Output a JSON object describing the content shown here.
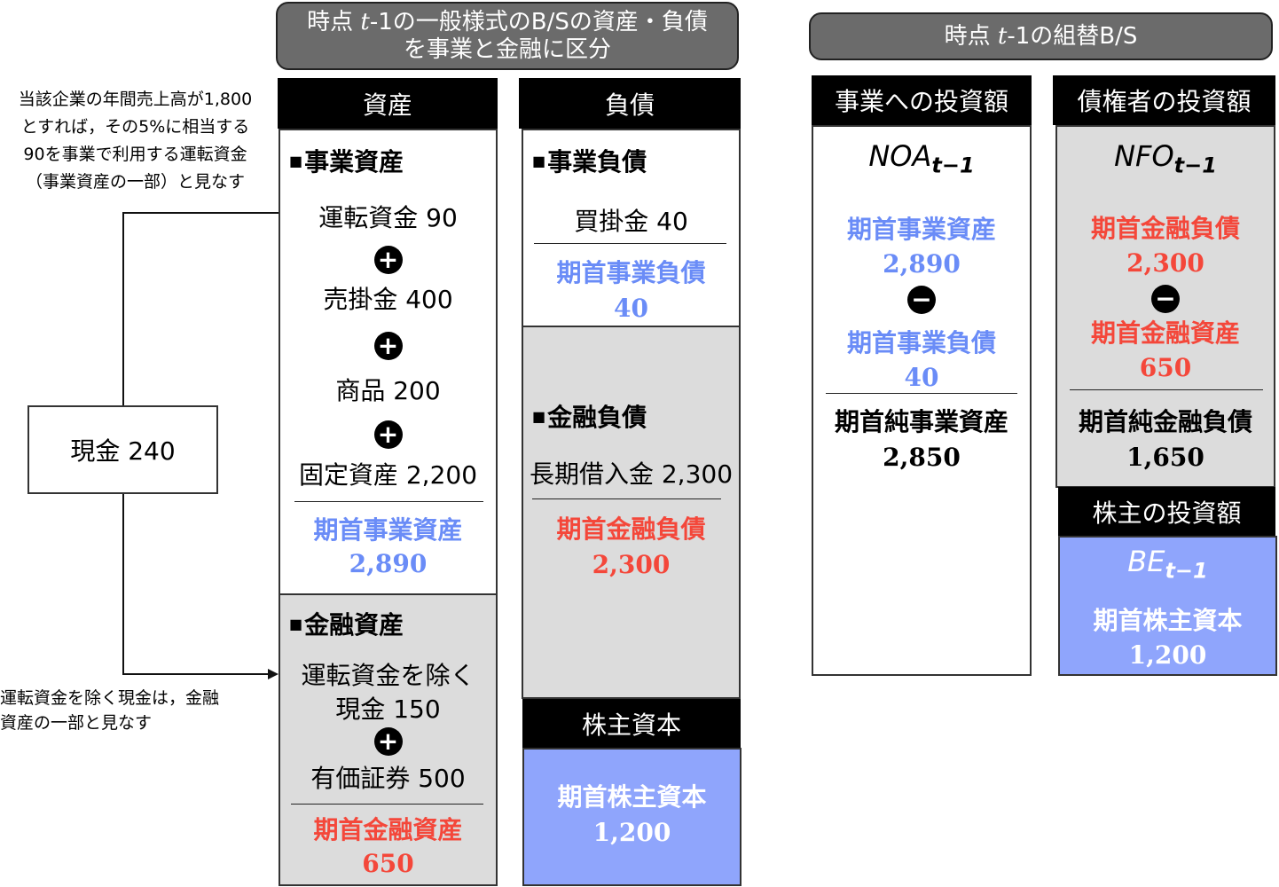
{
  "left_banner": {
    "line1_pre": "時点 ",
    "line1_var": "t",
    "line1_post": "-1の一般様式のB/Sの資産・負債",
    "line2": "を事業と金融に区分"
  },
  "right_banner": {
    "pre": "時点 ",
    "var": "t",
    "post": "-1の組替B/S"
  },
  "annotations": {
    "working_capital_note": [
      "当該企業の年間売上高が1,800",
      "とすれば，その5%に相当する",
      "90を事業で利用する運転資金",
      "（事業資産の一部）と見なす"
    ],
    "excess_cash_note": [
      "運転資金を除く現金は，金融",
      "資産の一部と見なす"
    ]
  },
  "cash_box": {
    "label": "現金 240"
  },
  "assets": {
    "header": "資産",
    "operating": {
      "title": "事業資産",
      "items": [
        "運転資金 90",
        "売掛金 400",
        "商品 200",
        "固定資産 2,200"
      ],
      "operator": "+",
      "total_label": "期首事業資産",
      "total_value": "2,890"
    },
    "financial": {
      "title": "金融資産",
      "items": [
        "運転資金を除く",
        "現金 150",
        "有価証券 500"
      ],
      "operator": "+",
      "total_label": "期首金融資産",
      "total_value": "650"
    }
  },
  "liabilities": {
    "header": "負債",
    "operating": {
      "title": "事業負債",
      "items": [
        "買掛金 40"
      ],
      "total_label": "期首事業負債",
      "total_value": "40"
    },
    "financial": {
      "title": "金融負債",
      "items": [
        "長期借入金 2,300"
      ],
      "total_label": "期首金融負債",
      "total_value": "2,300"
    },
    "equity": {
      "header": "株主資本",
      "total_label": "期首株主資本",
      "total_value": "1,200"
    }
  },
  "reorganized": {
    "noa": {
      "header": "事業への投資額",
      "symbol": "NOA",
      "subscript": "t−1",
      "term1_label": "期首事業資産",
      "term1_value": "2,890",
      "operator": "−",
      "term2_label": "期首事業負債",
      "term2_value": "40",
      "result_label": "期首純事業資産",
      "result_value": "2,850"
    },
    "nfo": {
      "header": "債権者の投資額",
      "symbol": "NFO",
      "subscript": "t−1",
      "term1_label": "期首金融負債",
      "term1_value": "2,300",
      "operator": "−",
      "term2_label": "期首金融資産",
      "term2_value": "650",
      "result_label": "期首純金融負債",
      "result_value": "1,650"
    },
    "be": {
      "header": "株主の投資額",
      "symbol": "BE",
      "subscript": "t−1",
      "result_label": "期首株主資本",
      "result_value": "1,200"
    }
  },
  "colors": {
    "operating_blue": "#6a8cf7",
    "financial_red": "#f4473a",
    "equity_fill": "#8fa5fc",
    "financial_fill": "#dcdcdc",
    "banner_fill": "#6b6b6b"
  }
}
